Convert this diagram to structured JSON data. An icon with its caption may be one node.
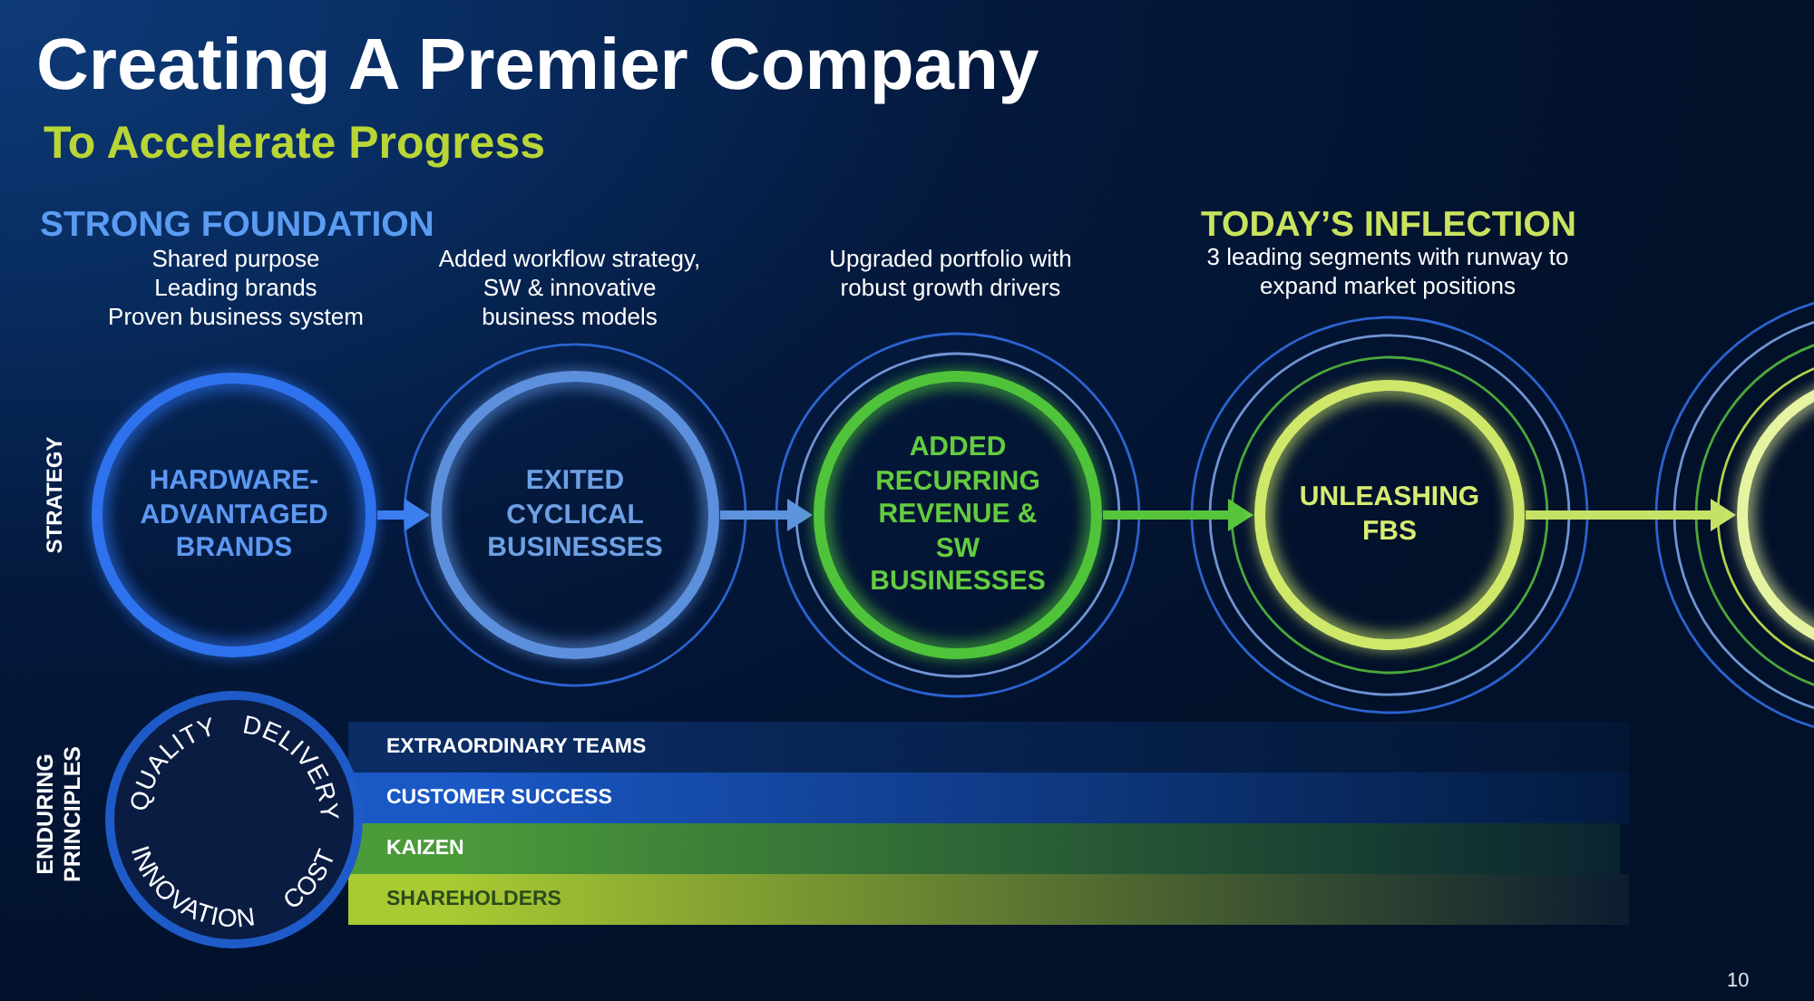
{
  "diagram": {
    "title": "Creating A Premier Company",
    "nodes": [
      {
        "text": [
          "HARDWARE-ADVANTAGED BRANDS"
        ],
        "beside": [
          "Shared purpose",
          "Leading brands",
          "Proven business system"
        ]
      },
      {
        "text": [
          "EXITED CYCLICAL BUSINESSES"
        ],
        "beside": [
          "Added workflow strategy, SW & innovative business models"
        ]
      },
      {
        "text": [
          "ADDED RECURRING REVENUE & SW BUSINESSES"
        ],
        "beside": [
          "Upgraded portfolio with robust growth drivers"
        ]
      },
      {
        "text": [
          "UNLEASHING FBS"
        ],
        "beside": [
          "3 leading segments with runway to expand market positions"
        ]
      },
      {
        "text": [],
        "shape": "circle"
      },
      {
        "text": [
          "QUALITY",
          "DELIVERY",
          "INNOVATION",
          "COST"
        ]
      },
      {
        "text": [
          "EXTRAORDINARY TEAMS"
        ]
      },
      {
        "text": [
          "CUSTOMER SUCCESS"
        ]
      },
      {
        "text": [
          "KAIZEN"
        ]
      },
      {
        "text": [
          "SHAREHOLDERS"
        ]
      }
    ],
    "edges": [
      {
        "from": 0,
        "to": 1,
        "arrow": "to",
        "color": "#3d7ef0"
      },
      {
        "from": 1,
        "to": 2,
        "arrow": "to",
        "color": "#5e93dd"
      },
      {
        "from": 2,
        "to": 3,
        "arrow": "to",
        "color": "#58c43c"
      },
      {
        "from": 3,
        "to": 4,
        "arrow": "to",
        "color": "#c6e266"
      }
    ],
    "labels": [
      "To Accelerate Progress",
      "STRONG FOUNDATION",
      "TODAY’S INFLECTION",
      "STRATEGY",
      "ENDURING PRINCIPLES",
      "10"
    ]
  }
}
